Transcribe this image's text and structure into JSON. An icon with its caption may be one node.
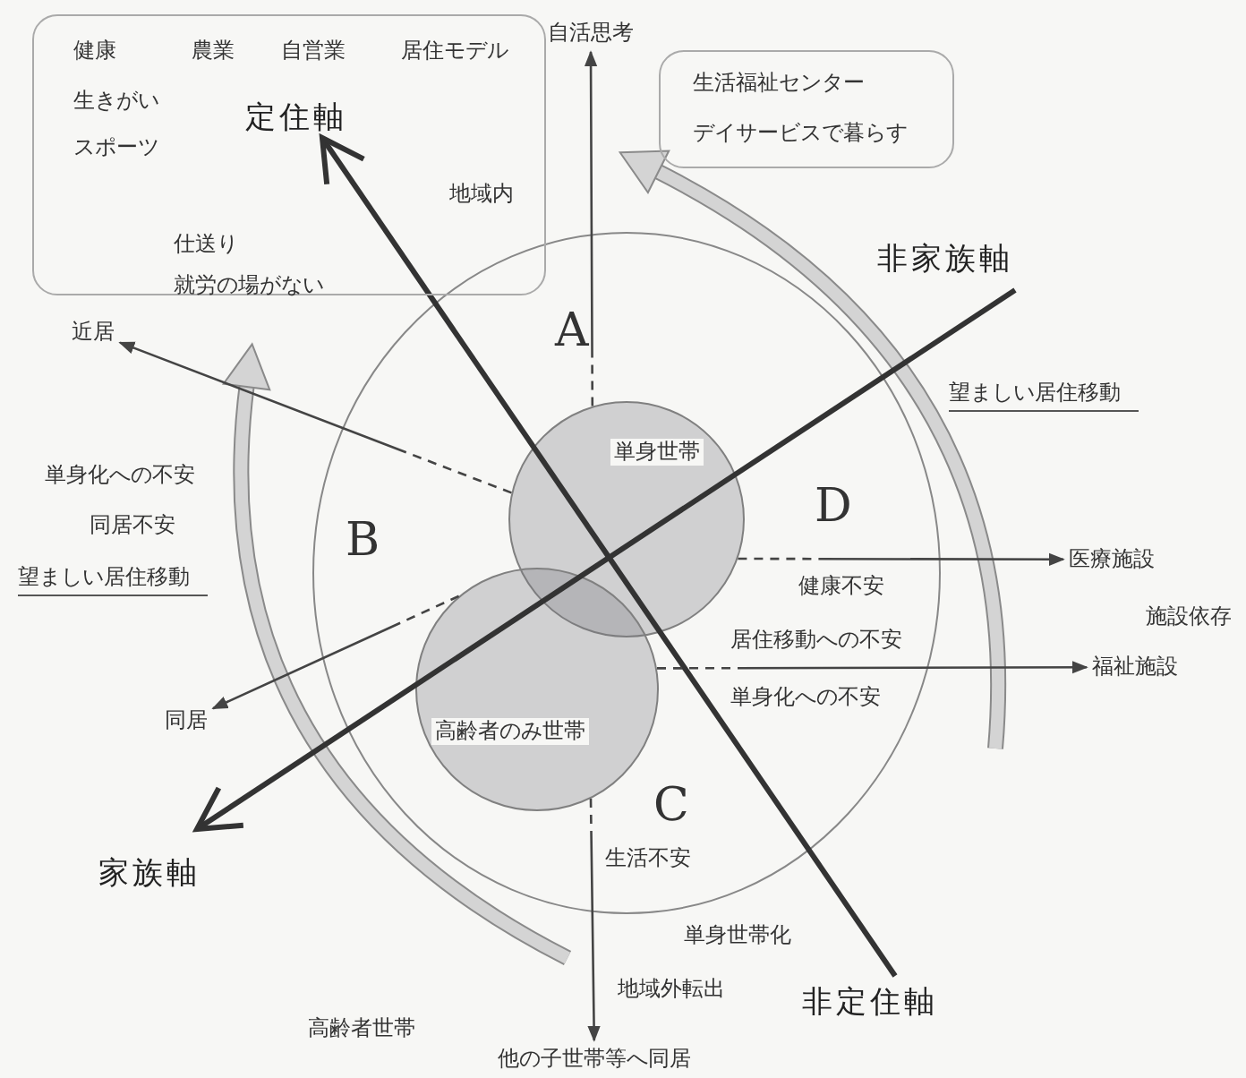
{
  "diagram": {
    "nodes": [
      {
        "text": [
          "健康",
          "農業",
          "自営業",
          "居住モデル",
          "生きがい",
          "スポーツ",
          "定住軸",
          "地域内",
          "仕送り",
          "就労の場がない"
        ]
      },
      {
        "text": [
          "自活思考"
        ]
      },
      {
        "text": [
          "生活福祉センター",
          "デイサービスで暮らす"
        ]
      },
      {
        "text": [
          "近居"
        ]
      },
      {
        "text": [
          "単身世帯"
        ]
      },
      {
        "text": [
          "医療施設"
        ]
      },
      {
        "text": [
          "福祉施設"
        ]
      },
      {
        "text": [
          "同居"
        ]
      },
      {
        "text": [
          "高齢者のみ世帯"
        ]
      },
      {
        "text": [
          "他の子世帯等へ同居"
        ]
      }
    ],
    "edges": [
      {
        "from": 4,
        "to": 1,
        "arrow": "to",
        "style": "dashed"
      },
      {
        "from": 4,
        "to": 3,
        "arrow": "to",
        "style": "dashed"
      },
      {
        "from": 8,
        "to": 7,
        "arrow": "to",
        "style": "dashed"
      },
      {
        "from": 4,
        "to": 5,
        "arrow": "to",
        "style": "dashed"
      },
      {
        "from": 8,
        "to": 6,
        "arrow": "to",
        "style": "dashed"
      },
      {
        "from": 8,
        "to": 9,
        "arrow": "to",
        "style": "dashed"
      }
    ],
    "labels": [
      "非家族軸",
      "A",
      "望ましい居住移動",
      "単身化への不安",
      "D",
      "同居不安",
      "B",
      "望ましい居住移動",
      "健康不安",
      "施設依存",
      "居住移動への不安",
      "単身化への不安",
      "C",
      "生活不安",
      "家族軸",
      "単身世帯化",
      "地域外転出",
      "非定住軸",
      "高齢者世帯"
    ]
  }
}
